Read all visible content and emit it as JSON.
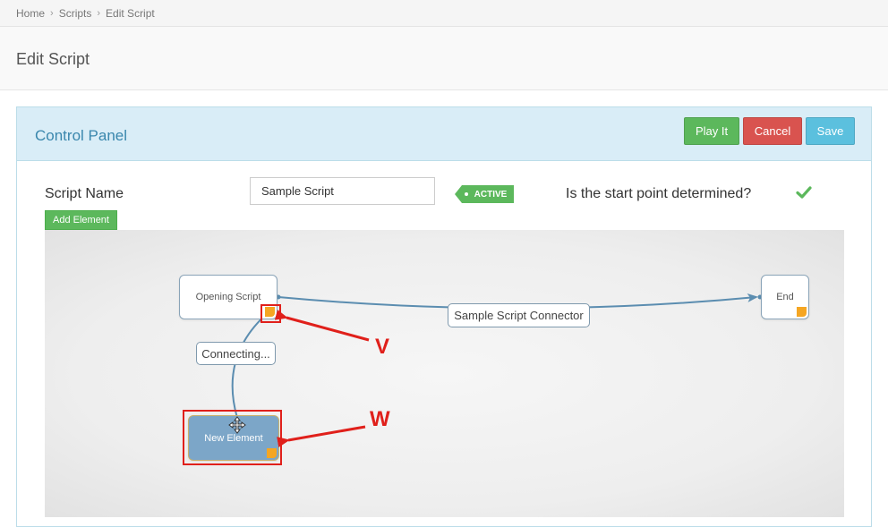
{
  "breadcrumb": {
    "items": [
      "Home",
      "Scripts",
      "Edit Script"
    ],
    "separator": "›"
  },
  "page": {
    "title": "Edit Script"
  },
  "control_panel": {
    "title": "Control Panel",
    "buttons": {
      "play": "Play It",
      "cancel": "Cancel",
      "save": "Save"
    }
  },
  "script": {
    "name_label": "Script Name",
    "name_value": "Sample Script",
    "status": "ACTIVE",
    "start_question": "Is the start point determined?",
    "start_determined_icon": "check-icon"
  },
  "toolbar": {
    "add_element": "Add Element"
  },
  "diagram": {
    "nodes": {
      "opening": "Opening Script",
      "end": "End",
      "new": "New Element"
    },
    "connectors": {
      "sample": "Sample Script Connector",
      "connecting": "Connecting..."
    }
  },
  "annotations": {
    "v": "V",
    "w": "W"
  },
  "colors": {
    "success": "#5cb85c",
    "danger": "#d9534f",
    "info": "#5bc0de",
    "panel_header": "#d9edf7",
    "panel_title": "#3a87ad",
    "annotation_red": "#e0201b",
    "node_corner": "#f5a623",
    "new_element_fill": "#7ca6c8"
  }
}
